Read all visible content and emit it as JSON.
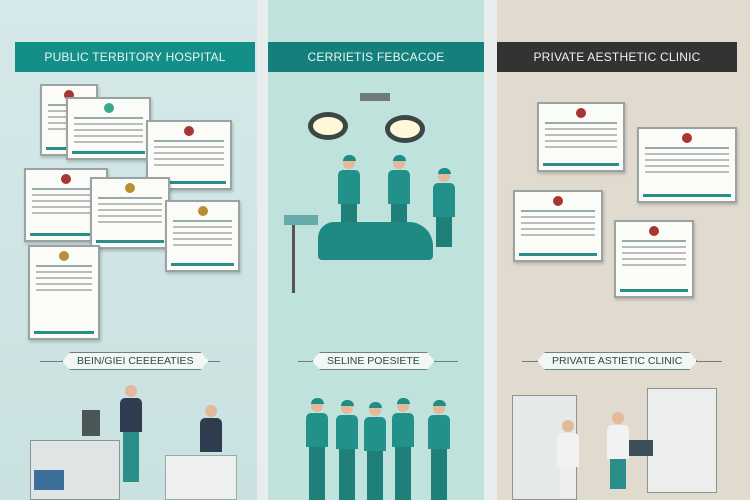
{
  "panels": [
    {
      "header": "PUBLIC TERBITORY HOSPITAL",
      "header_color": "#138f88",
      "caption": "BEIN/GIEI CEEEEATIES"
    },
    {
      "header": "CERRIETIS FEBCACOE",
      "header_color": "#147f7b",
      "caption": "SELINE POESIETE"
    },
    {
      "header": "PRIVATE AESTHETIC CLINIC",
      "header_color": "#333333",
      "caption": "PRIVATE ASTIETIC CLINIC"
    }
  ]
}
